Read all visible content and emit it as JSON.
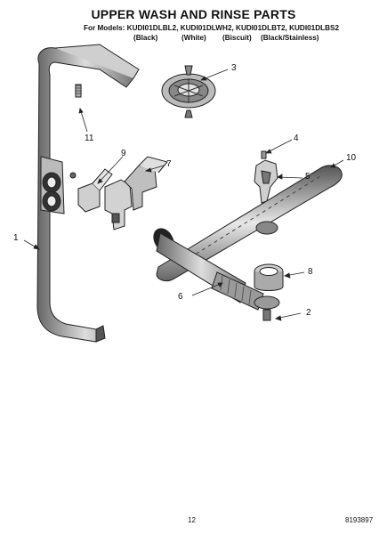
{
  "header": {
    "title": "UPPER WASH AND RINSE PARTS",
    "models_label": "For Models: KUDI01DLBL2, KUDI01DLWH2, KUDI01DLBT2, KUDI01DLBS2",
    "finishes": [
      "(Black)",
      "(White)",
      "(Biscuit)",
      "(Black/Stainless)"
    ]
  },
  "callouts": [
    "1",
    "2",
    "3",
    "4",
    "5",
    "6",
    "7",
    "8",
    "9",
    "10",
    "11"
  ],
  "footer": {
    "page_number": "12",
    "doc_number": "8193897"
  }
}
